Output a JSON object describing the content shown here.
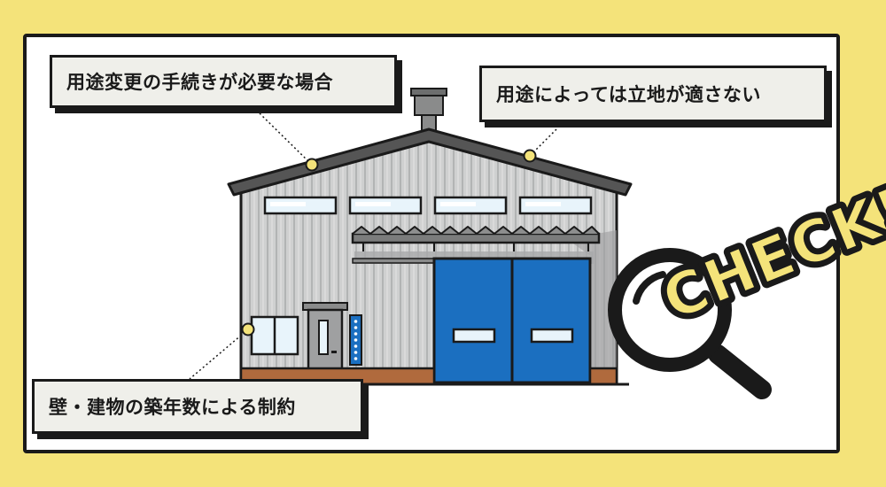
{
  "labels": {
    "conversion": "用途変更の手続きが必要な場合",
    "location": "用途によっては立地が適さない",
    "restriction": "壁・建物の築年数による制約"
  },
  "stamp": {
    "text": "CHECK!",
    "fill_color": "#f4e37a"
  },
  "colors": {
    "background": "#f4e37a",
    "door": "#1b6fc0",
    "roof": "#555555",
    "wall": "#cfd0d0",
    "marker": "#f4e37a"
  },
  "icons": {
    "magnifier": "magnifying-glass-icon",
    "building": "warehouse-illustration"
  }
}
